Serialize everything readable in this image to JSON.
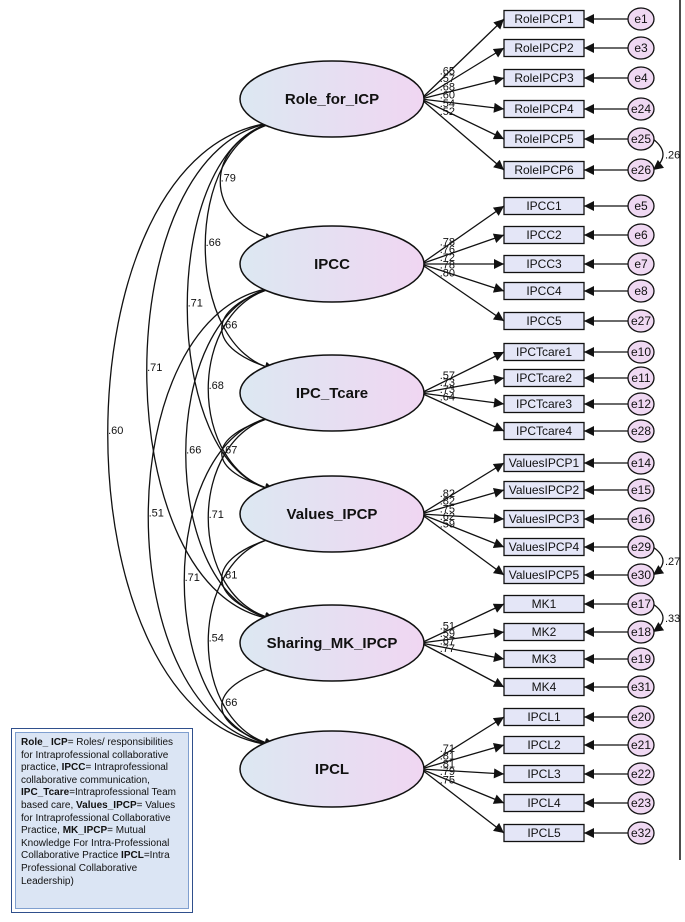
{
  "colors": {
    "latent_fill_left": "#dce8f2",
    "latent_fill_right": "#f0d6f2",
    "box_fill": "#e4e6f7",
    "error_fill": "#efd8f2",
    "stroke": "#111111",
    "legend_fill": "#dbe5f4",
    "legend_border": "#2f4f8c"
  },
  "latents": [
    {
      "id": "role",
      "label": "Role_for_ICP"
    },
    {
      "id": "ipcc",
      "label": "IPCC"
    },
    {
      "id": "tcare",
      "label": "IPC_Tcare"
    },
    {
      "id": "values",
      "label": "Values_IPCP"
    },
    {
      "id": "mk",
      "label": "Sharing_MK_IPCP"
    },
    {
      "id": "ipcl",
      "label": "IPCL"
    }
  ],
  "indicators": [
    {
      "latent": "role",
      "label": "RoleIPCP1",
      "loading": ".65",
      "error": "e1"
    },
    {
      "latent": "role",
      "label": "RoleIPCP2",
      "loading": ".57",
      "error": "e3"
    },
    {
      "latent": "role",
      "label": "RoleIPCP3",
      "loading": ".68",
      "error": "e4"
    },
    {
      "latent": "role",
      "label": "RoleIPCP4",
      "loading": ".60",
      "error": "e24"
    },
    {
      "latent": "role",
      "label": "RoleIPCP5",
      "loading": ".54",
      "error": "e25"
    },
    {
      "latent": "role",
      "label": "RoleIPCP6",
      "loading": ".52",
      "error": "e26"
    },
    {
      "latent": "ipcc",
      "label": "IPCC1",
      "loading": ".78",
      "error": "e5"
    },
    {
      "latent": "ipcc",
      "label": "IPCC2",
      "loading": ".76",
      "error": "e6"
    },
    {
      "latent": "ipcc",
      "label": "IPCC3",
      "loading": ".72",
      "error": "e7"
    },
    {
      "latent": "ipcc",
      "label": "IPCC4",
      "loading": ".78",
      "error": "e8"
    },
    {
      "latent": "ipcc",
      "label": "IPCC5",
      "loading": ".80",
      "error": "e27"
    },
    {
      "latent": "tcare",
      "label": "IPCTcare1",
      "loading": ".57",
      "error": "e10"
    },
    {
      "latent": "tcare",
      "label": "IPCTcare2",
      "loading": ".73",
      "error": "e11"
    },
    {
      "latent": "tcare",
      "label": "IPCTcare3",
      "loading": ".73",
      "error": "e12"
    },
    {
      "latent": "tcare",
      "label": "IPCTcare4",
      "loading": ".64",
      "error": "e28"
    },
    {
      "latent": "values",
      "label": "ValuesIPCP1",
      "loading": ".82",
      "error": "e14"
    },
    {
      "latent": "values",
      "label": "ValuesIPCP2",
      "loading": ".82",
      "error": "e15"
    },
    {
      "latent": "values",
      "label": "ValuesIPCP3",
      "loading": ".75",
      "error": "e16"
    },
    {
      "latent": "values",
      "label": "ValuesIPCP4",
      "loading": ".62",
      "error": "e29"
    },
    {
      "latent": "values",
      "label": "ValuesIPCP5",
      "loading": ".59",
      "error": "e30"
    },
    {
      "latent": "mk",
      "label": "MK1",
      "loading": ".51",
      "error": "e17"
    },
    {
      "latent": "mk",
      "label": "MK2",
      "loading": ".59",
      "error": "e18"
    },
    {
      "latent": "mk",
      "label": "MK3",
      "loading": ".67",
      "error": "e19"
    },
    {
      "latent": "mk",
      "label": "MK4",
      "loading": ".77",
      "error": "e31"
    },
    {
      "latent": "ipcl",
      "label": "IPCL1",
      "loading": ".71",
      "error": "e20"
    },
    {
      "latent": "ipcl",
      "label": "IPCL2",
      "loading": ".81",
      "error": "e21"
    },
    {
      "latent": "ipcl",
      "label": "IPCL3",
      "loading": ".81",
      "error": "e22"
    },
    {
      "latent": "ipcl",
      "label": "IPCL4",
      "loading": ".79",
      "error": "e23"
    },
    {
      "latent": "ipcl",
      "label": "IPCL5",
      "loading": ".75",
      "error": "e32"
    }
  ],
  "error_covariances": [
    {
      "from": "e25",
      "to": "e26",
      "value": ".26"
    },
    {
      "from": "e29",
      "to": "e30",
      "value": ".27"
    },
    {
      "from": "e17",
      "to": "e18",
      "value": ".33"
    }
  ],
  "factor_correlations": [
    {
      "from": "role",
      "to": "ipcc",
      "value": ".79"
    },
    {
      "from": "role",
      "to": "tcare",
      "value": ".66"
    },
    {
      "from": "role",
      "to": "values",
      "value": ".71"
    },
    {
      "from": "role",
      "to": "mk",
      "value": ".71"
    },
    {
      "from": "role",
      "to": "ipcl",
      "value": ".60"
    },
    {
      "from": "ipcc",
      "to": "tcare",
      "value": ".66"
    },
    {
      "from": "ipcc",
      "to": "values",
      "value": ".68"
    },
    {
      "from": "ipcc",
      "to": "mk",
      "value": ".66"
    },
    {
      "from": "ipcc",
      "to": "ipcl",
      "value": ".51"
    },
    {
      "from": "tcare",
      "to": "values",
      "value": ".67"
    },
    {
      "from": "tcare",
      "to": "mk",
      "value": ".71"
    },
    {
      "from": "tcare",
      "to": "ipcl",
      "value": ".71"
    },
    {
      "from": "values",
      "to": "mk",
      "value": ".81"
    },
    {
      "from": "values",
      "to": "ipcl",
      "value": ".54"
    },
    {
      "from": "mk",
      "to": "ipcl",
      "value": ".66"
    }
  ],
  "legend": {
    "entries": [
      {
        "term": "Role_ ICP",
        "definition": "= Roles/ responsibilities for Intraprofessional collaborative practice, "
      },
      {
        "term": "IPCC",
        "definition": "= Intraprofessional collaborative communication, "
      },
      {
        "term": "IPC_Tcare",
        "definition": "=Intraprofessional Team based care, "
      },
      {
        "term": "Values_IPCP",
        "definition": "= Values for Intraprofessional Collaborative Practice, "
      },
      {
        "term": "MK_IPCP",
        "definition": "= Mutual Knowledge For Intra-Professional Collaborative Practice "
      },
      {
        "term": "IPCL",
        "definition": "=Intra Professional Collaborative Leadership)"
      }
    ]
  }
}
